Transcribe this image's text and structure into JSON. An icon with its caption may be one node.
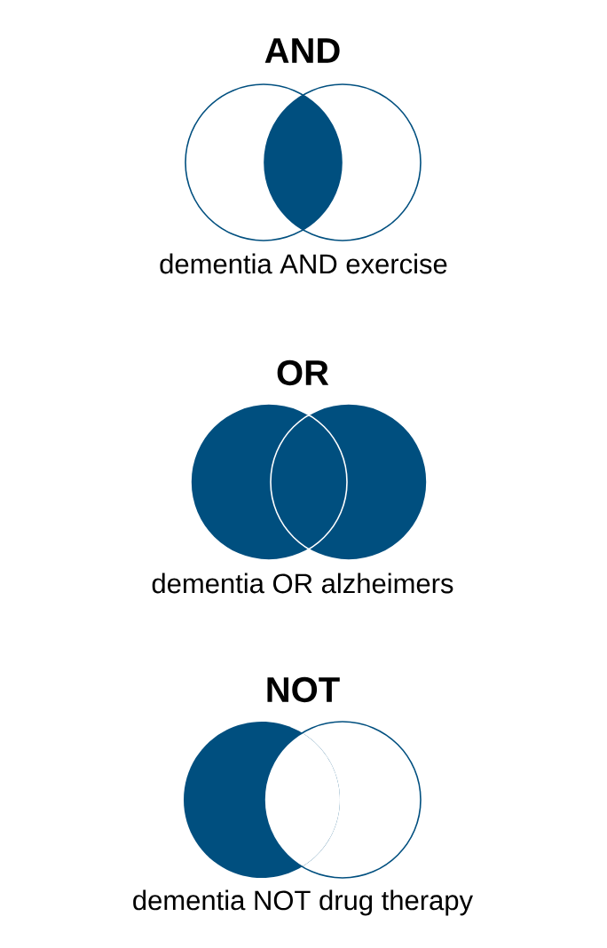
{
  "diagram": {
    "labels": [
      "AND",
      "dementia AND exercise",
      "OR",
      "dementia OR alzheimers",
      "NOT",
      "dementia NOT drug therapy"
    ]
  }
}
